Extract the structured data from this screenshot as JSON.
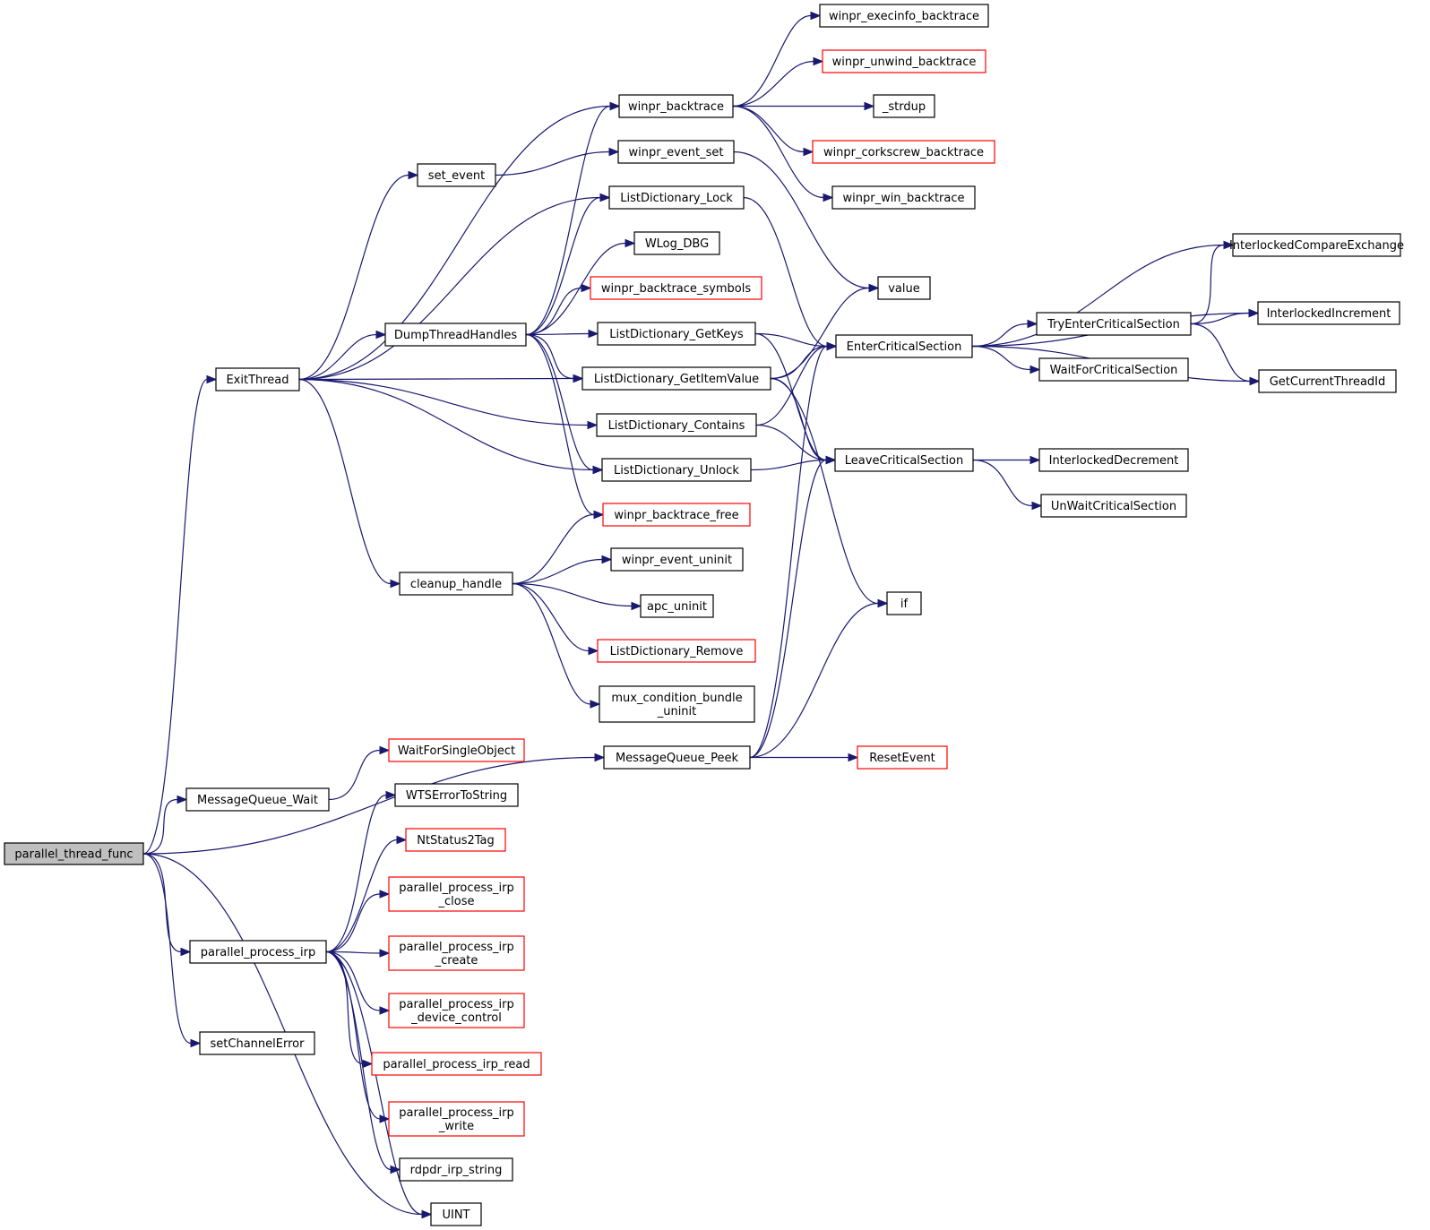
{
  "colors": {
    "edge": "#191970",
    "node_border": "#000000",
    "node_border_incomplete": "#ff0000",
    "node_fill": "#ffffff",
    "root_fill": "#bfbfbf"
  },
  "nodes": {
    "parallel_thread_func": {
      "label": "parallel_thread_func",
      "root": true
    },
    "ExitThread": {
      "label": "ExitThread"
    },
    "MessageQueue_Wait": {
      "label": "MessageQueue_Wait"
    },
    "parallel_process_irp": {
      "label": "parallel_process_irp"
    },
    "setChannelError": {
      "label": "setChannelError"
    },
    "set_event": {
      "label": "set_event"
    },
    "DumpThreadHandles": {
      "label": "DumpThreadHandles"
    },
    "cleanup_handle": {
      "label": "cleanup_handle"
    },
    "WaitForSingleObject": {
      "label": "WaitForSingleObject",
      "incomplete": true
    },
    "WTSErrorToString": {
      "label": "WTSErrorToString"
    },
    "NtStatus2Tag": {
      "label": "NtStatus2Tag",
      "incomplete": true
    },
    "parallel_process_irp_close": {
      "label": "parallel_process_irp\n_close",
      "incomplete": true
    },
    "parallel_process_irp_create": {
      "label": "parallel_process_irp\n_create",
      "incomplete": true
    },
    "parallel_process_irp_device_control": {
      "label": "parallel_process_irp\n_device_control",
      "incomplete": true
    },
    "parallel_process_irp_read": {
      "label": "parallel_process_irp_read",
      "incomplete": true
    },
    "parallel_process_irp_write": {
      "label": "parallel_process_irp\n_write",
      "incomplete": true
    },
    "rdpdr_irp_string": {
      "label": "rdpdr_irp_string"
    },
    "UINT": {
      "label": "UINT"
    },
    "winpr_backtrace": {
      "label": "winpr_backtrace"
    },
    "winpr_event_set": {
      "label": "winpr_event_set"
    },
    "ListDictionary_Lock": {
      "label": "ListDictionary_Lock"
    },
    "WLog_DBG": {
      "label": "WLog_DBG"
    },
    "winpr_backtrace_symbols": {
      "label": "winpr_backtrace_symbols",
      "incomplete": true
    },
    "ListDictionary_GetKeys": {
      "label": "ListDictionary_GetKeys"
    },
    "ListDictionary_GetItemValue": {
      "label": "ListDictionary_GetItemValue"
    },
    "ListDictionary_Contains": {
      "label": "ListDictionary_Contains"
    },
    "ListDictionary_Unlock": {
      "label": "ListDictionary_Unlock"
    },
    "winpr_backtrace_free": {
      "label": "winpr_backtrace_free",
      "incomplete": true
    },
    "winpr_event_uninit": {
      "label": "winpr_event_uninit"
    },
    "apc_uninit": {
      "label": "apc_uninit"
    },
    "ListDictionary_Remove": {
      "label": "ListDictionary_Remove",
      "incomplete": true
    },
    "mux_condition_bundle_uninit": {
      "label": "mux_condition_bundle\n_uninit"
    },
    "MessageQueue_Peek": {
      "label": "MessageQueue_Peek"
    },
    "winpr_execinfo_backtrace": {
      "label": "winpr_execinfo_backtrace"
    },
    "winpr_unwind_backtrace": {
      "label": "winpr_unwind_backtrace",
      "incomplete": true
    },
    "_strdup": {
      "label": "_strdup"
    },
    "winpr_corkscrew_backtrace": {
      "label": "winpr_corkscrew_backtrace",
      "incomplete": true
    },
    "winpr_win_backtrace": {
      "label": "winpr_win_backtrace"
    },
    "value": {
      "label": "value"
    },
    "EnterCriticalSection": {
      "label": "EnterCriticalSection"
    },
    "LeaveCriticalSection": {
      "label": "LeaveCriticalSection"
    },
    "if": {
      "label": "if"
    },
    "ResetEvent": {
      "label": "ResetEvent",
      "incomplete": true
    },
    "TryEnterCriticalSection": {
      "label": "TryEnterCriticalSection"
    },
    "WaitForCriticalSection": {
      "label": "WaitForCriticalSection"
    },
    "InterlockedDecrement": {
      "label": "InterlockedDecrement"
    },
    "UnWaitCriticalSection": {
      "label": "UnWaitCriticalSection"
    },
    "InterlockedCompareExchange": {
      "label": "InterlockedCompareExchange"
    },
    "InterlockedIncrement": {
      "label": "InterlockedIncrement"
    },
    "GetCurrentThreadId": {
      "label": "GetCurrentThreadId"
    }
  },
  "edges": [
    [
      "parallel_thread_func",
      "ExitThread"
    ],
    [
      "parallel_thread_func",
      "MessageQueue_Peek"
    ],
    [
      "parallel_thread_func",
      "MessageQueue_Wait"
    ],
    [
      "parallel_thread_func",
      "parallel_process_irp"
    ],
    [
      "parallel_thread_func",
      "setChannelError"
    ],
    [
      "parallel_thread_func",
      "UINT"
    ],
    [
      "ExitThread",
      "winpr_backtrace"
    ],
    [
      "ExitThread",
      "set_event"
    ],
    [
      "ExitThread",
      "ListDictionary_Lock"
    ],
    [
      "ExitThread",
      "DumpThreadHandles"
    ],
    [
      "ExitThread",
      "ListDictionary_GetItemValue"
    ],
    [
      "ExitThread",
      "ListDictionary_Contains"
    ],
    [
      "ExitThread",
      "ListDictionary_Unlock"
    ],
    [
      "ExitThread",
      "cleanup_handle"
    ],
    [
      "set_event",
      "winpr_event_set"
    ],
    [
      "DumpThreadHandles",
      "winpr_backtrace"
    ],
    [
      "DumpThreadHandles",
      "ListDictionary_Lock"
    ],
    [
      "DumpThreadHandles",
      "WLog_DBG"
    ],
    [
      "DumpThreadHandles",
      "winpr_backtrace_symbols"
    ],
    [
      "DumpThreadHandles",
      "ListDictionary_GetKeys"
    ],
    [
      "DumpThreadHandles",
      "ListDictionary_GetItemValue"
    ],
    [
      "DumpThreadHandles",
      "ListDictionary_Unlock"
    ],
    [
      "DumpThreadHandles",
      "winpr_backtrace_free"
    ],
    [
      "cleanup_handle",
      "winpr_backtrace_free"
    ],
    [
      "cleanup_handle",
      "winpr_event_uninit"
    ],
    [
      "cleanup_handle",
      "apc_uninit"
    ],
    [
      "cleanup_handle",
      "ListDictionary_Remove"
    ],
    [
      "cleanup_handle",
      "mux_condition_bundle_uninit"
    ],
    [
      "MessageQueue_Wait",
      "WaitForSingleObject"
    ],
    [
      "parallel_process_irp",
      "WTSErrorToString"
    ],
    [
      "parallel_process_irp",
      "NtStatus2Tag"
    ],
    [
      "parallel_process_irp",
      "parallel_process_irp_close"
    ],
    [
      "parallel_process_irp",
      "parallel_process_irp_create"
    ],
    [
      "parallel_process_irp",
      "parallel_process_irp_device_control"
    ],
    [
      "parallel_process_irp",
      "parallel_process_irp_read"
    ],
    [
      "parallel_process_irp",
      "parallel_process_irp_write"
    ],
    [
      "parallel_process_irp",
      "rdpdr_irp_string"
    ],
    [
      "parallel_process_irp",
      "UINT"
    ],
    [
      "winpr_backtrace",
      "winpr_execinfo_backtrace"
    ],
    [
      "winpr_backtrace",
      "winpr_unwind_backtrace"
    ],
    [
      "winpr_backtrace",
      "_strdup"
    ],
    [
      "winpr_backtrace",
      "winpr_corkscrew_backtrace"
    ],
    [
      "winpr_backtrace",
      "winpr_win_backtrace"
    ],
    [
      "winpr_event_set",
      "value"
    ],
    [
      "ListDictionary_Lock",
      "EnterCriticalSection"
    ],
    [
      "ListDictionary_GetKeys",
      "EnterCriticalSection"
    ],
    [
      "ListDictionary_GetKeys",
      "LeaveCriticalSection"
    ],
    [
      "ListDictionary_GetItemValue",
      "value"
    ],
    [
      "ListDictionary_GetItemValue",
      "EnterCriticalSection"
    ],
    [
      "ListDictionary_GetItemValue",
      "LeaveCriticalSection"
    ],
    [
      "ListDictionary_GetItemValue",
      "if"
    ],
    [
      "ListDictionary_Contains",
      "EnterCriticalSection"
    ],
    [
      "ListDictionary_Contains",
      "LeaveCriticalSection"
    ],
    [
      "ListDictionary_Unlock",
      "LeaveCriticalSection"
    ],
    [
      "MessageQueue_Peek",
      "EnterCriticalSection"
    ],
    [
      "MessageQueue_Peek",
      "LeaveCriticalSection"
    ],
    [
      "MessageQueue_Peek",
      "if"
    ],
    [
      "MessageQueue_Peek",
      "ResetEvent"
    ],
    [
      "EnterCriticalSection",
      "InterlockedCompareExchange"
    ],
    [
      "EnterCriticalSection",
      "InterlockedIncrement"
    ],
    [
      "EnterCriticalSection",
      "TryEnterCriticalSection"
    ],
    [
      "EnterCriticalSection",
      "WaitForCriticalSection"
    ],
    [
      "EnterCriticalSection",
      "GetCurrentThreadId"
    ],
    [
      "TryEnterCriticalSection",
      "InterlockedCompareExchange"
    ],
    [
      "TryEnterCriticalSection",
      "InterlockedIncrement"
    ],
    [
      "TryEnterCriticalSection",
      "GetCurrentThreadId"
    ],
    [
      "LeaveCriticalSection",
      "InterlockedDecrement"
    ],
    [
      "LeaveCriticalSection",
      "UnWaitCriticalSection"
    ]
  ]
}
